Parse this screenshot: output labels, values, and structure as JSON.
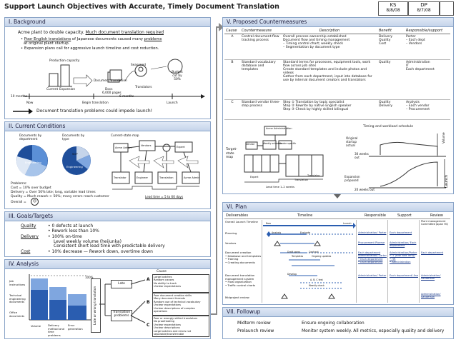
{
  "title": "Support Launch Objectives with Accurate, Timely Document Translation",
  "header_boxes": [
    {
      "initials": "KS",
      "date": "8/8/08"
    },
    {
      "initials": "DP",
      "date": "8/7/08"
    }
  ],
  "background": {
    "heading": "I. Background",
    "line1_a": "Acme plant to double capacity.",
    "line1_b": "Much document translation required",
    "bullet1_a": "Poor English translations",
    "bullet1_b": " of Japanese documents caused many ",
    "bullet1_c": "problems",
    "bullet1_d": "at original plant startup.",
    "bullet2": "Expansion plans call for aggressive launch timeline and cost reduction.",
    "diagram": {
      "production_capacity": "Production capacity",
      "current": "Current",
      "expansion": "Expansion",
      "document_translation": "Document translation",
      "documents_count": "6,000 pages",
      "docs_label": "Docs",
      "translators": "Translators",
      "seasoned": "Seasoned",
      "budget_cut": "Budget cut by 50%",
      "ten_months": "10 months",
      "now": "Now",
      "begin_translation": "Begin translation",
      "six_months": "6 months",
      "launch": "Launch"
    },
    "conclusion": "Document translation problems could impede launch!"
  },
  "current_conditions": {
    "heading": "II. Current Conditions",
    "pie1_title": "Documents by department",
    "pie2_title": "Documents by type",
    "map_title": "Current-state map",
    "pie2_labels": [
      "SOP",
      "Engineering"
    ],
    "pie1_labels": [
      "Engineering"
    ],
    "problems_title": "Problems:",
    "problems": [
      "Cost = 10% over budget",
      "Delivery = Over 50% late; long, variable lead times",
      "Quality = Much rework > 50%; many errors reach customer",
      "Overall ="
    ],
    "lead_time": "Lead time = 5 to 60 days",
    "map_boxes": [
      "Acme Admin",
      "Vendors",
      "Expert",
      "Translator",
      "Engineer",
      "Translation",
      "Acme Admin"
    ]
  },
  "goals": {
    "heading": "III. Goals/Targets",
    "rows": [
      {
        "label": "Quality",
        "lines": [
          "• 0 defects at launch",
          "• Rework less than 10%"
        ]
      },
      {
        "label": "Delivery",
        "lines": [
          "• 100% on-time",
          "Level weekly volume (heijunka)",
          "Consistent short lead time with predictable delivery"
        ]
      },
      {
        "label": "Cost",
        "lines": [
          "• 10% decrease — Rework down, overtime down"
        ]
      }
    ]
  },
  "analysis": {
    "heading": "IV. Analysis",
    "chart_labels": [
      "Volume",
      "Delivery method and time problems",
      "Error generation"
    ],
    "left_labels": [
      "Job instructions",
      "Technical engineering documents",
      "Office documents"
    ],
    "pct100": "100%",
    "cause_label": "Cause",
    "root": "Late or wrong translation",
    "branches": [
      "Late",
      "Translation problems"
    ],
    "letters": [
      "A",
      "B",
      "C"
    ],
    "causes": [
      "Large batches\nRandom causes\nNo ability to track\nUnclear expectations",
      "Poor document creation skills\nMany document formats\nRandom use of technical vocabulary\nUnclear expectations\nUnclear descriptions of complex operations",
      "Poor or wrongly skilled translators\nNo proofreading\nUnclear expectations\nUnclear descriptions\nLarge batches and errors not separable/transferrable"
    ]
  },
  "countermeasures": {
    "heading": "V. Proposed Countermeasures",
    "columns": [
      "Cause",
      "Countermeasure",
      "Description",
      "Benefit",
      "Responsible/support"
    ],
    "rows": [
      {
        "cause": "A",
        "countermeasure": "Central document-flow tracking process",
        "description": "Overall process ownership established\nDocument flow and timing management\n  – Timing control chart; weekly check\n  – Segmentation by document type",
        "benefit": "Delivery\nQuality\nCost",
        "responsible": "Porter\n  – Each dept\n  – Vendors"
      },
      {
        "cause": "B",
        "countermeasure": "Standard vocabulary database and templates",
        "description": "Standard terms for processes, equipment tools, work flow across job sites\nCreate standard templates and include photos and videos\nGather from each department, input into database for use by internal document creators and translators",
        "benefit": "Quality",
        "responsible": "Administration\nIT\nEach department"
      },
      {
        "cause": "C",
        "countermeasure": "Standard vendor three-step process",
        "description": "Step ① Translation by topic specialist\nStep ② Rewrite by native English speaker\nStep ③ Check by highly skilled bilingual",
        "benefit": "Quality\nDelivery",
        "responsible": "Analysis\n  – Each vendor\n  – Procurement"
      }
    ],
    "target_state_map": "Target-state map",
    "timing_title": "Timing and workload schedule",
    "original_startup": "Original startup actual",
    "weeks_out_30": "30 weeks out",
    "expansion_proposed": "Expansion proposed",
    "weeks_out_20": "20 weeks out",
    "volume": "Volume",
    "launch": "Launch",
    "lead_time": "Lead time 1–2 weeks",
    "map_boxes": [
      "Acme Administration",
      "Vendor",
      "Weekly schedule",
      "Vendor specific",
      "Translation",
      "Expert",
      "Translator"
    ]
  },
  "plan": {
    "heading": "VI. Plan",
    "columns": [
      "Deliverables",
      "Timeline",
      "Responsible",
      "Support",
      "Review"
    ],
    "rows": [
      {
        "deliverable": "Overall Launch Timeline",
        "responsible": "",
        "support": "",
        "review": "Plant management Committee Japan HQ"
      },
      {
        "deliverable": "Planning",
        "responsible": "Administration/ Porter",
        "support": "Each department",
        "review": ""
      },
      {
        "deliverable": "Vendors",
        "responsible": "Procurement Ploerse",
        "support": "Administration/ Each department",
        "review": ""
      },
      {
        "deliverable": "Document creation\n• Database and templates\n• Training\n• Creating documents",
        "responsible": "Each department\nAdministration/ Carter\n• Each department\n• Each department",
        "support": "Administration/Porter\n• IT (Risk and Terry)\n• HR\n• Administration",
        "review": "Each department"
      },
      {
        "deliverable": "Document translation management system\n• Flow organization\n• Traffic control charts",
        "responsible": "Administration/ Porter",
        "support": "Each department/ Aso",
        "review": "Administration/ Sanderson"
      },
      {
        "deliverable": "Midproject review",
        "responsible": "",
        "support": "",
        "review": "Administration/ Sanderson"
      }
    ],
    "timeline_notes": [
      "Now",
      "Launch",
      "Analysis",
      "Evaluate",
      "Draft specs",
      "Contract",
      "Templates",
      "Ongoing updates",
      "Develop",
      "Weekly check",
      "A, B, C test"
    ]
  },
  "followup": {
    "heading": "VII. Followup",
    "rows": [
      {
        "left": "Midterm review",
        "right": "Ensure ongoing collaboration"
      },
      {
        "left": "Prelaunch review",
        "right": "Monitor system weekly.  All metrics, especially quality and delivery"
      }
    ]
  }
}
